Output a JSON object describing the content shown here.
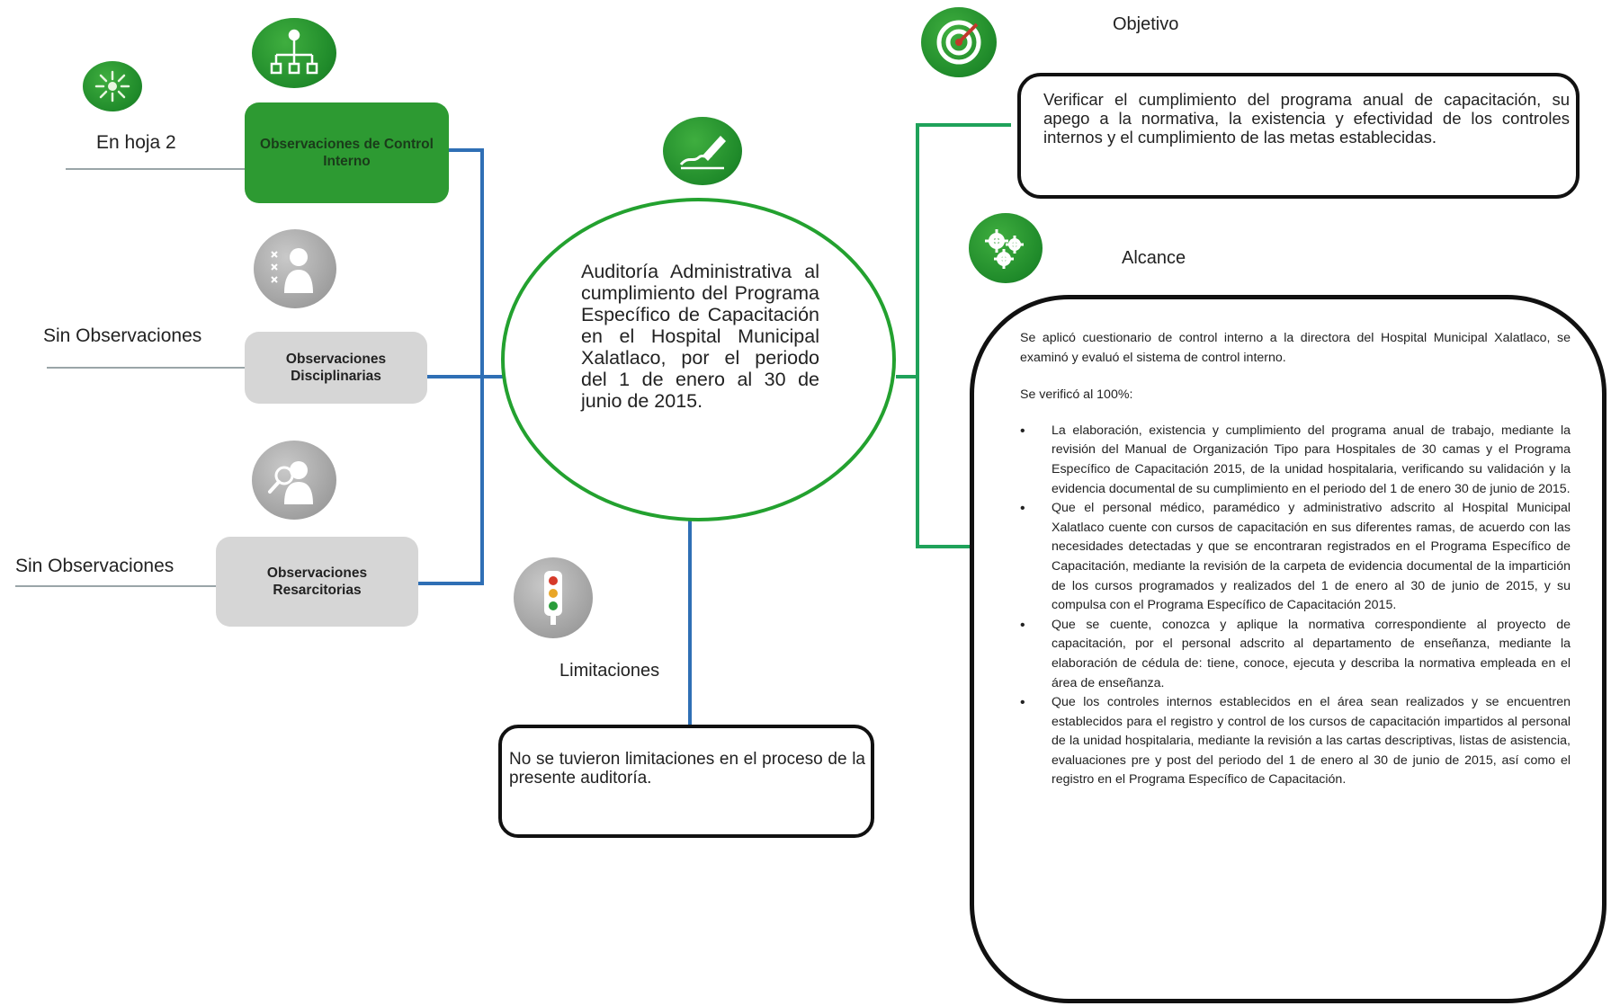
{
  "center": {
    "text": "Auditoría Administrativa al cumplimiento del Programa Específico de Capacitación en el Hospital Municipal Xalatlaco, por el periodo del 1 de enero al 30 de junio de 2015."
  },
  "left": {
    "observations": [
      {
        "title": "Observaciones de Control Interno",
        "status": "En hoja 2",
        "icon": "org-chart-icon",
        "highlighted": true
      },
      {
        "title": "Observaciones Disciplinarias",
        "status": "Sin Observaciones",
        "icon": "inspector-icon",
        "highlighted": false
      },
      {
        "title": "Observaciones Resarcitorias",
        "status": "Sin Observaciones",
        "icon": "magnifier-person-icon",
        "highlighted": false
      }
    ]
  },
  "objective": {
    "title": "Objetivo",
    "text": "Verificar el cumplimiento del programa anual de capacitación, su apego a la normativa, la existencia y efectividad de los controles internos y el cumplimiento de las metas establecidas."
  },
  "scope": {
    "title": "Alcance",
    "intro": "Se aplicó cuestionario de control interno a la directora del Hospital Municipal Xalatlaco, se examinó y evaluó el sistema de control interno.",
    "verified": "Se verificó al 100%:",
    "items": [
      "La elaboración, existencia y cumplimiento del programa anual de trabajo, mediante la revisión del Manual de Organización Tipo para Hospitales de 30 camas y el Programa Específico de Capacitación 2015, de la unidad hospitalaria, verificando su validación y la evidencia documental de su cumplimiento en el periodo del 1 de enero 30 de junio de 2015.",
      "Que el personal médico, paramédico y administrativo adscrito al Hospital Municipal Xalatlaco cuente con cursos de capacitación en sus diferentes ramas, de acuerdo con las necesidades detectadas y que se encontraran registrados en el Programa Específico de Capacitación, mediante la revisión de la carpeta de evidencia documental de la impartición de los cursos programados y realizados del 1 de enero al 30 de junio de 2015, y su compulsa con el Programa Específico de Capacitación 2015.",
      "Que se cuente, conozca y aplique la normativa correspondiente al proyecto de capacitación, por el personal adscrito al departamento de enseñanza, mediante la elaboración de cédula de: tiene, conoce, ejecuta y describa la normativa empleada en el área de enseñanza.",
      "Que los controles internos establecidos en el área sean realizados y se encuentren establecidos para el registro y control de los cursos de capacitación impartidos al personal de la unidad hospitalaria, mediante la revisión a las cartas descriptivas, listas de asistencia, evaluaciones pre y post del periodo del 1 de enero al 30 de junio de 2015, así como el registro en el Programa Específico de Capacitación."
    ]
  },
  "limitations": {
    "title": "Limitaciones",
    "text": "No se tuvieron limitaciones en el proceso de la presente auditoría."
  },
  "colors": {
    "green": "#23a12f",
    "blue_connector": "#2f6fb5",
    "teal_connector": "#1fa25a",
    "gray_box": "#d6d6d6"
  }
}
